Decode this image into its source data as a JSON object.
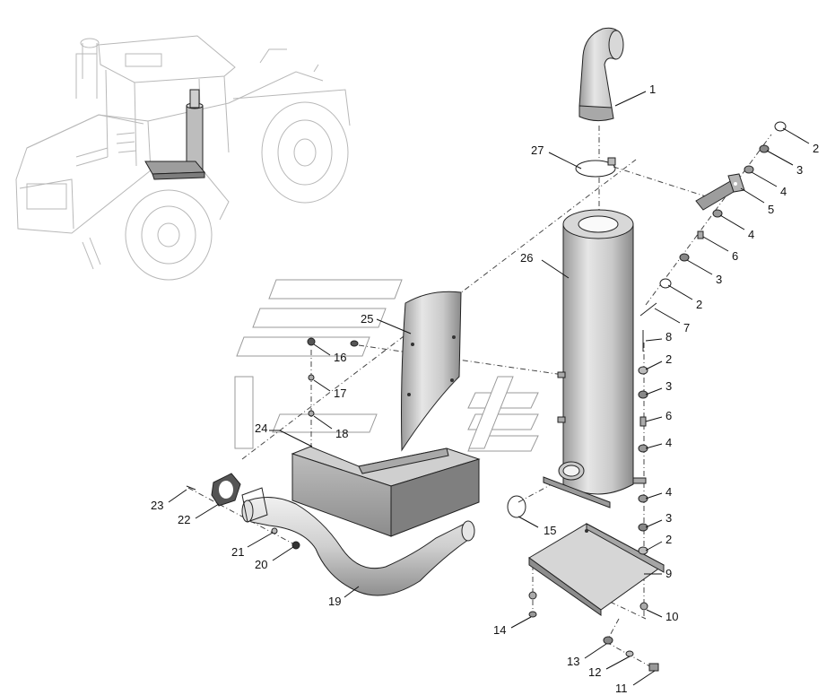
{
  "callouts": [
    {
      "id": "1",
      "text": "1"
    },
    {
      "id": "2a",
      "text": "2"
    },
    {
      "id": "3a",
      "text": "3"
    },
    {
      "id": "4a",
      "text": "4"
    },
    {
      "id": "5",
      "text": "5"
    },
    {
      "id": "4b",
      "text": "4"
    },
    {
      "id": "6a",
      "text": "6"
    },
    {
      "id": "3b",
      "text": "3"
    },
    {
      "id": "2b",
      "text": "2"
    },
    {
      "id": "7",
      "text": "7"
    },
    {
      "id": "8",
      "text": "8"
    },
    {
      "id": "2c",
      "text": "2"
    },
    {
      "id": "3c",
      "text": "3"
    },
    {
      "id": "6b",
      "text": "6"
    },
    {
      "id": "4c",
      "text": "4"
    },
    {
      "id": "4d",
      "text": "4"
    },
    {
      "id": "3d",
      "text": "3"
    },
    {
      "id": "2d",
      "text": "2"
    },
    {
      "id": "9",
      "text": "9"
    },
    {
      "id": "10",
      "text": "10"
    },
    {
      "id": "11",
      "text": "11"
    },
    {
      "id": "12",
      "text": "12"
    },
    {
      "id": "13",
      "text": "13"
    },
    {
      "id": "14",
      "text": "14"
    },
    {
      "id": "15",
      "text": "15"
    },
    {
      "id": "16",
      "text": "16"
    },
    {
      "id": "17",
      "text": "17"
    },
    {
      "id": "18",
      "text": "18"
    },
    {
      "id": "19",
      "text": "19"
    },
    {
      "id": "20",
      "text": "20"
    },
    {
      "id": "21",
      "text": "21"
    },
    {
      "id": "22",
      "text": "22"
    },
    {
      "id": "23",
      "text": "23"
    },
    {
      "id": "24",
      "text": "24"
    },
    {
      "id": "25",
      "text": "25"
    },
    {
      "id": "26",
      "text": "26"
    },
    {
      "id": "27",
      "text": "27"
    }
  ]
}
